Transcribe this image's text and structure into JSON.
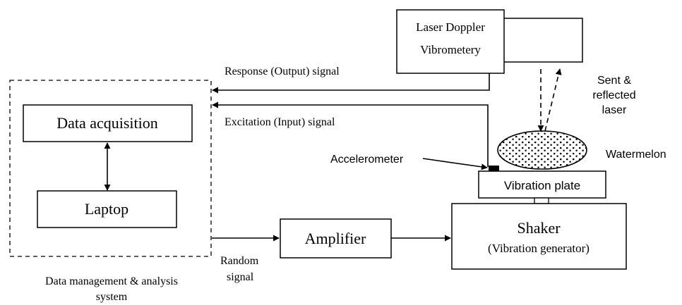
{
  "ldv": {
    "line1": "Laser Doppler",
    "line2": "Vibrometery"
  },
  "laser": {
    "line1": "Sent &",
    "line2": "reflected",
    "line3": "laser"
  },
  "signals": {
    "response": "Response (Output) signal",
    "excitation": "Excitation (Input) signal",
    "random_line1": "Random",
    "random_line2": "signal"
  },
  "system": {
    "data_acquisition": "Data acquisition",
    "laptop": "Laptop",
    "caption_line1": "Data management & analysis",
    "caption_line2": "system"
  },
  "amplifier": "Amplifier",
  "shaker": {
    "title": "Shaker",
    "subtitle": "(Vibration generator)"
  },
  "vibration_plate": "Vibration plate",
  "accelerometer": "Accelerometer",
  "watermelon": "Watermelon"
}
